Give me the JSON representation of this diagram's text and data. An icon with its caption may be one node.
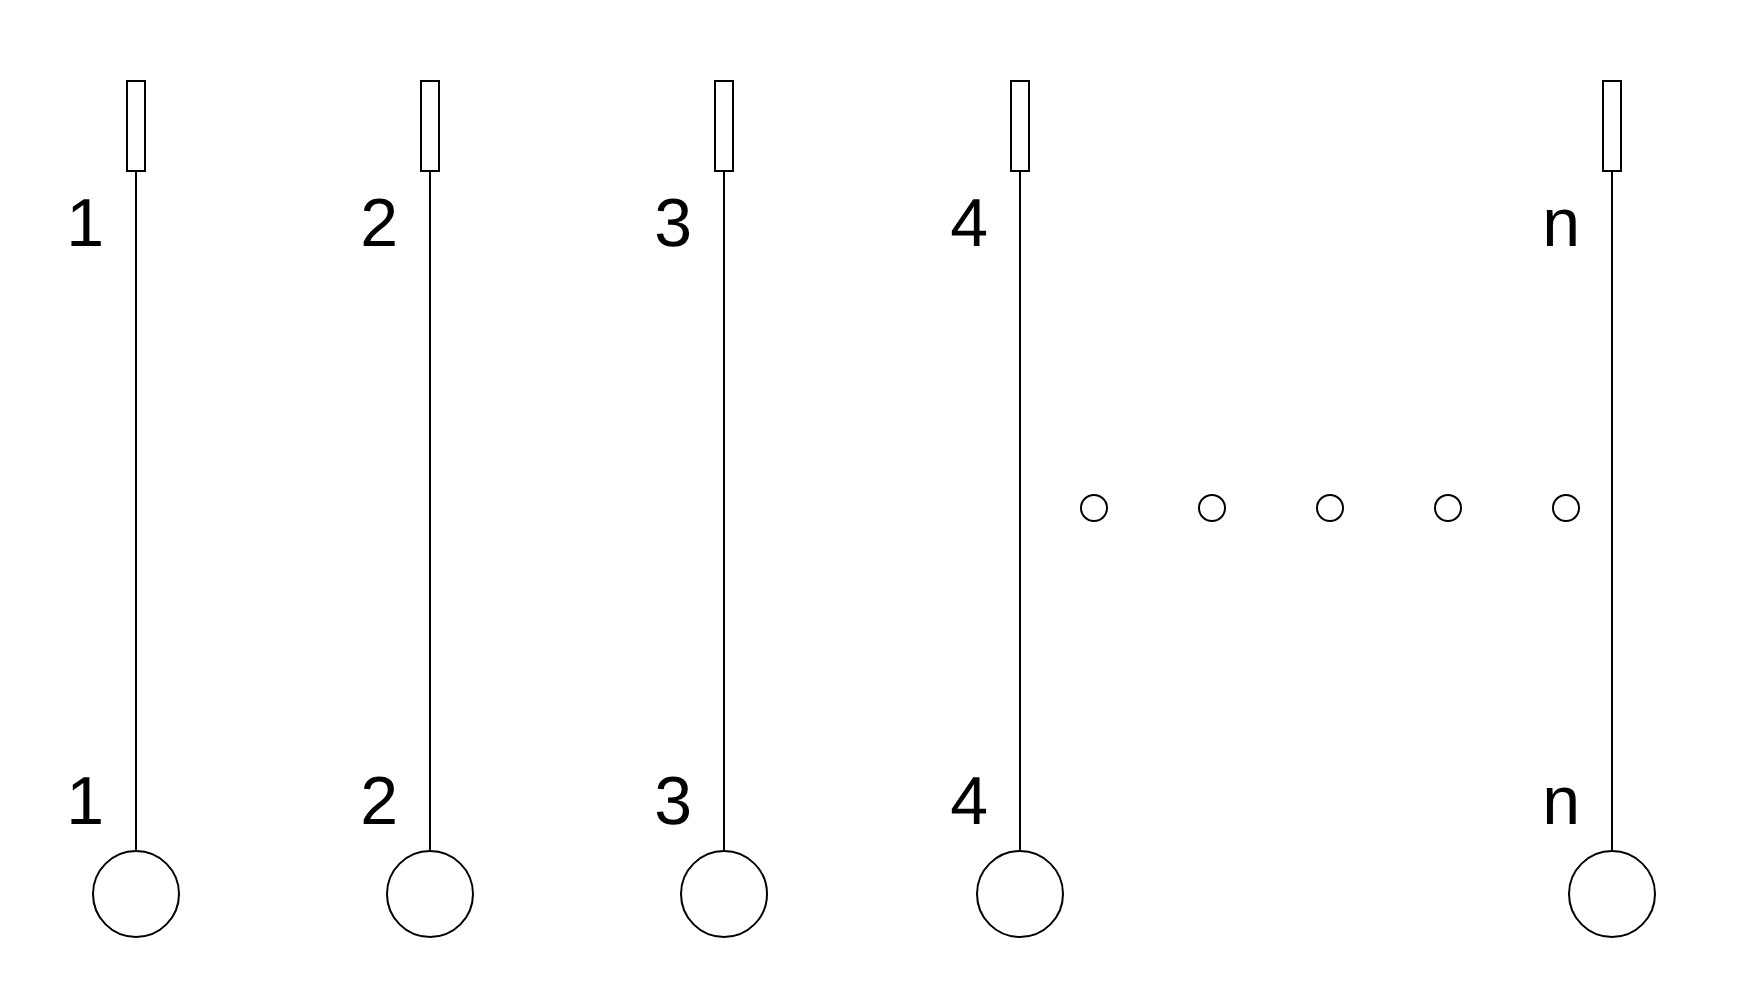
{
  "diagram": {
    "nodes": [
      {
        "text": [],
        "shape": "box",
        "beside": [
          "1"
        ]
      },
      {
        "text": [],
        "shape": "box",
        "beside": [
          "2"
        ]
      },
      {
        "text": [],
        "shape": "box",
        "beside": [
          "3"
        ]
      },
      {
        "text": [],
        "shape": "box",
        "beside": [
          "4"
        ]
      },
      {
        "text": [],
        "shape": "box",
        "beside": [
          "n"
        ]
      },
      {
        "text": [],
        "shape": "circle"
      },
      {
        "text": [],
        "shape": "circle"
      },
      {
        "text": [],
        "shape": "circle"
      },
      {
        "text": [],
        "shape": "circle"
      },
      {
        "text": [],
        "shape": "circle"
      },
      {
        "text": [],
        "shape": "circle",
        "beside": [
          "1"
        ]
      },
      {
        "text": [],
        "shape": "circle",
        "beside": [
          "2"
        ]
      },
      {
        "text": [],
        "shape": "circle",
        "beside": [
          "3"
        ]
      },
      {
        "text": [],
        "shape": "circle",
        "beside": [
          "4"
        ]
      },
      {
        "text": [],
        "shape": "circle",
        "beside": [
          "n"
        ]
      }
    ],
    "edges": [
      {
        "from": 0,
        "to": 10,
        "arrow": "none"
      },
      {
        "from": 1,
        "to": 11,
        "arrow": "none"
      },
      {
        "from": 2,
        "to": 12,
        "arrow": "none"
      },
      {
        "from": 3,
        "to": 13,
        "arrow": "none"
      },
      {
        "from": 4,
        "to": 14,
        "arrow": "none"
      }
    ]
  }
}
